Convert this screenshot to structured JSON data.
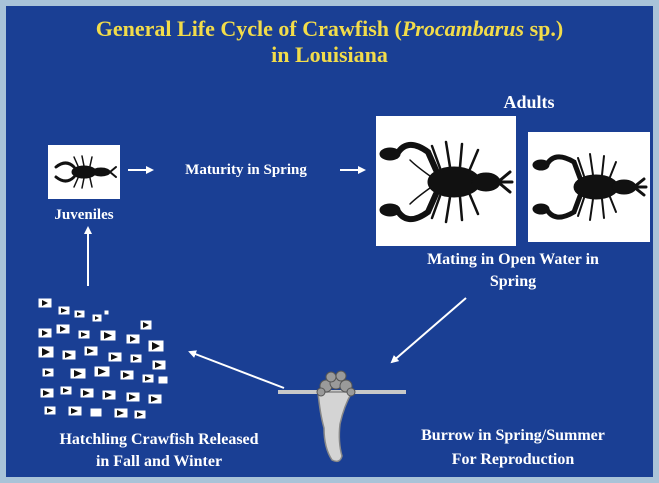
{
  "title": {
    "line1_pre": "General Life Cycle of Crawfish (",
    "line1_italic": "Procambarus",
    "line1_post": " sp.)",
    "line2": "in Louisiana"
  },
  "labels": {
    "adults": "Adults",
    "juveniles": "Juveniles",
    "maturity": "Maturity in Spring",
    "mating_line1": "Mating in Open Water in",
    "mating_line2": "Spring",
    "hatchling_line1": "Hatchling Crawfish Released",
    "hatchling_line2": "in Fall and Winter",
    "burrow_line1": "Burrow in Spring/Summer",
    "burrow_line2": "For Reproduction"
  },
  "colors": {
    "background": "#1a3f94",
    "title": "#f2dc4a",
    "text": "#ffffff",
    "arrow": "#ffffff"
  },
  "icons": [
    "crawfish-juvenile-icon",
    "crawfish-adult-icon",
    "hatchling-cluster-icon",
    "burrow-icon"
  ]
}
